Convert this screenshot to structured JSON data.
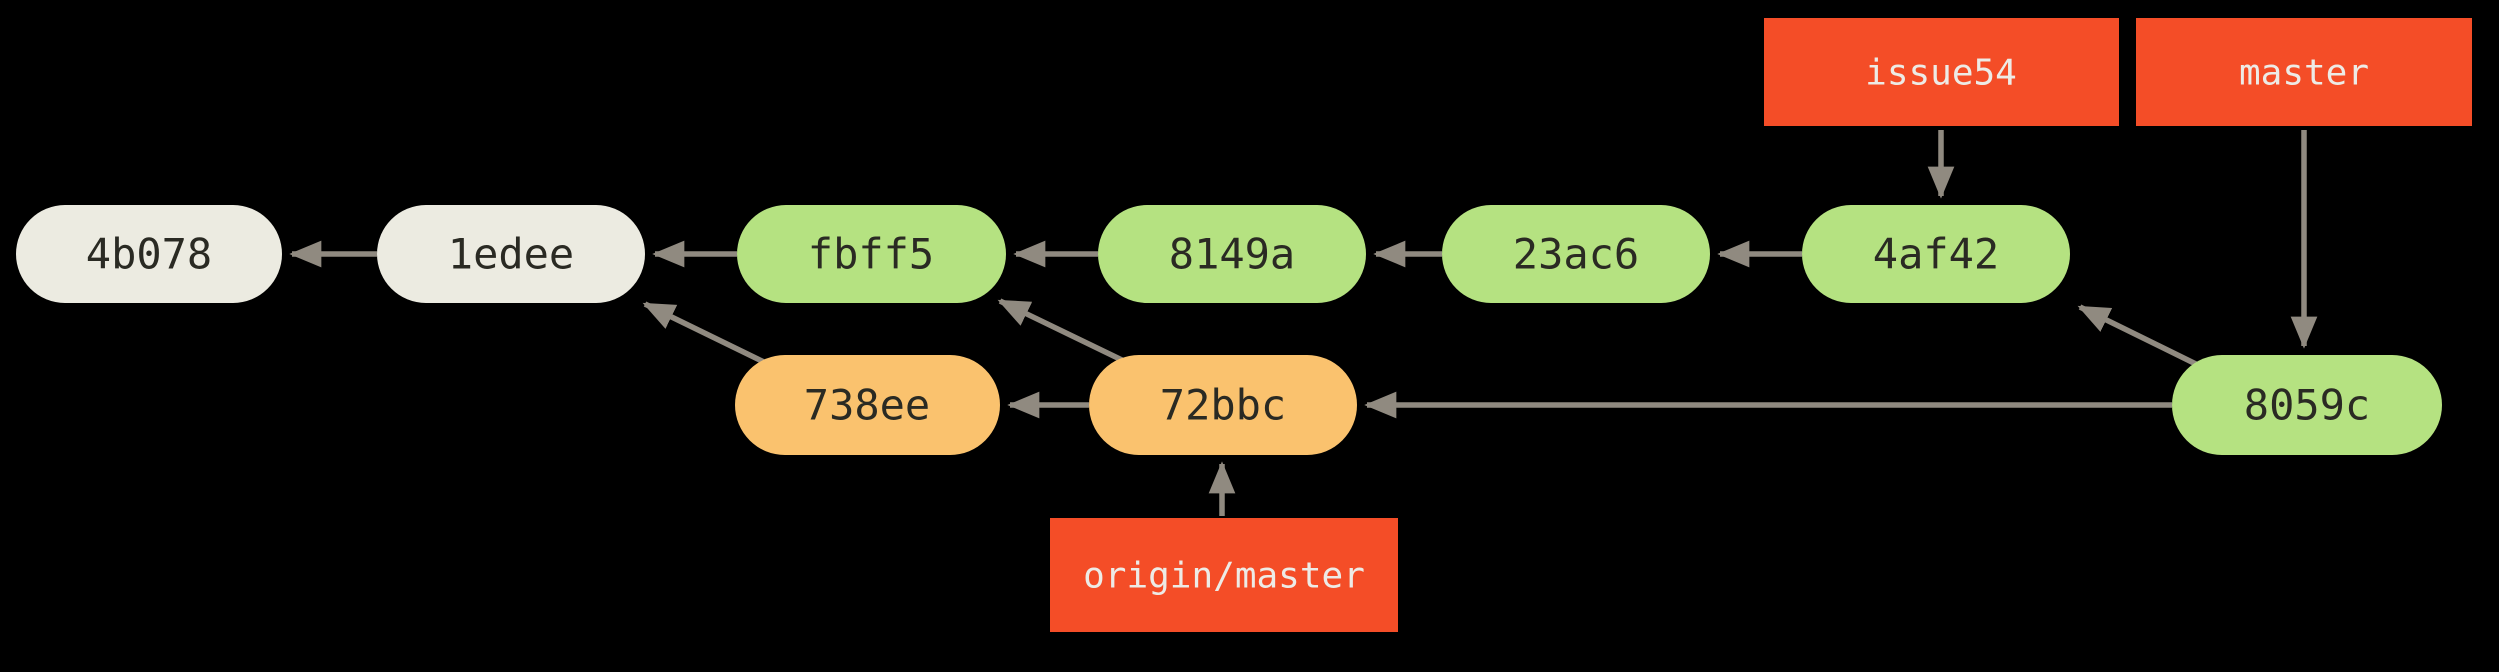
{
  "figure": {
    "type": "git-commit-graph",
    "background": "#000000",
    "colors": {
      "commit_cream": "#ECEBE1",
      "commit_green": "#B5E281",
      "commit_orange": "#FAC26E",
      "branch_red": "#F44D27",
      "arrow": "#908A80",
      "commit_text": "#2A2A23",
      "label_text": "#EDEBE6"
    },
    "commits": [
      {
        "id": "4b078",
        "fill": "cream"
      },
      {
        "id": "1edee",
        "fill": "cream"
      },
      {
        "id": "fbff5",
        "fill": "green"
      },
      {
        "id": "8149a",
        "fill": "green"
      },
      {
        "id": "23ac6",
        "fill": "green"
      },
      {
        "id": "4af42",
        "fill": "green"
      },
      {
        "id": "738ee",
        "fill": "orange"
      },
      {
        "id": "72bbc",
        "fill": "orange"
      },
      {
        "id": "8059c",
        "fill": "green"
      }
    ],
    "branches": [
      {
        "name": "issue54",
        "points_to": "4af42"
      },
      {
        "name": "master",
        "points_to": "8059c"
      },
      {
        "name": "origin/master",
        "points_to": "72bbc"
      }
    ],
    "edges": [
      {
        "from": "1edee",
        "to": "4b078"
      },
      {
        "from": "fbff5",
        "to": "1edee"
      },
      {
        "from": "8149a",
        "to": "fbff5"
      },
      {
        "from": "23ac6",
        "to": "8149a"
      },
      {
        "from": "4af42",
        "to": "23ac6"
      },
      {
        "from": "issue54",
        "to": "4af42"
      },
      {
        "from": "master",
        "to": "8059c"
      },
      {
        "from": "origin/master",
        "to": "72bbc"
      },
      {
        "from": "72bbc",
        "to": "738ee"
      },
      {
        "from": "8059c",
        "to": "72bbc"
      },
      {
        "from": "738ee",
        "to": "1edee"
      },
      {
        "from": "72bbc",
        "to": "fbff5"
      },
      {
        "from": "8059c",
        "to": "4af42"
      }
    ]
  }
}
